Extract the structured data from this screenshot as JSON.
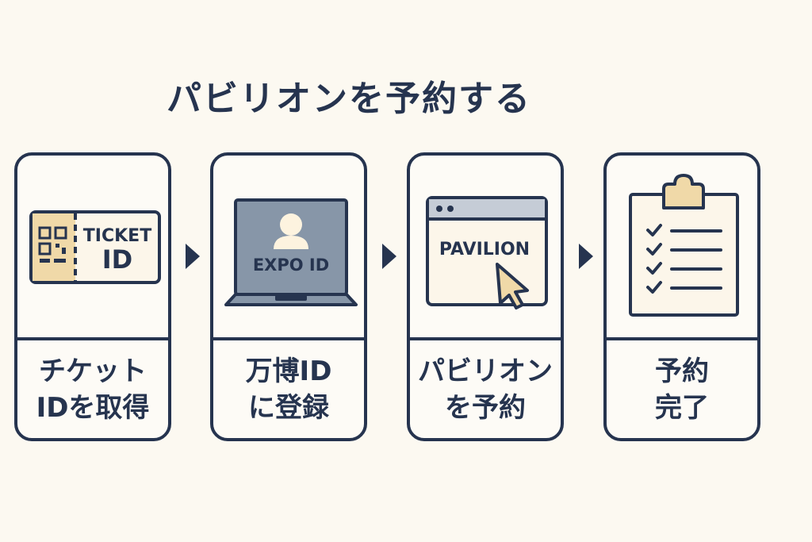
{
  "title": "パビリオンを予約する",
  "steps": [
    {
      "icon": "ticket-icon",
      "icon_text": [
        "TICKET",
        "ID"
      ],
      "caption": [
        "チケット",
        "IDを取得"
      ]
    },
    {
      "icon": "laptop-icon",
      "icon_text": [
        "EXPO ID"
      ],
      "caption": [
        "万博ID",
        "に登録"
      ]
    },
    {
      "icon": "browser-window-icon",
      "icon_text": [
        "PAVILION"
      ],
      "caption": [
        "パビリオン",
        "を予約"
      ]
    },
    {
      "icon": "clipboard-checklist-icon",
      "icon_text": [],
      "caption": [
        "予約",
        "完了"
      ]
    }
  ],
  "colors": {
    "navy": "#26344f",
    "background": "#fcf9f1",
    "accent_beige": "#f0d9a8",
    "screen_slate": "#8796a8"
  }
}
